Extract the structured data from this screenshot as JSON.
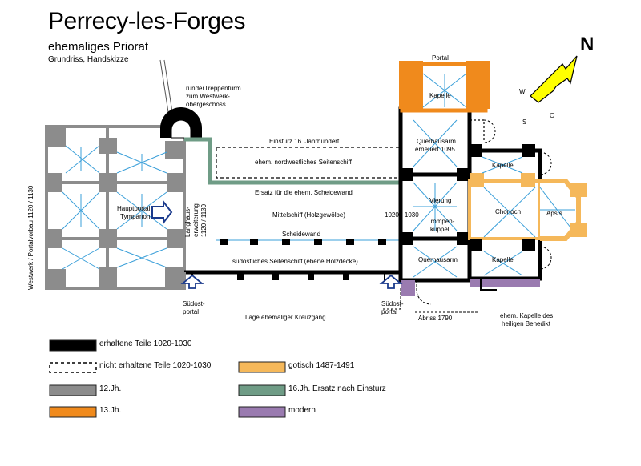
{
  "header": {
    "title": "Perrecy-les-Forges",
    "subtitle": "ehemaliges Priorat",
    "note": "Grundriss, Handskizze"
  },
  "plan_labels": {
    "portal_north": "Portal",
    "kapelle_north": "Kapelle",
    "treppenturm": [
      "runderTreppenturm",
      "zum Westwerk-",
      "obergeschoss"
    ],
    "einsturz": "Einsturz 16. Jahrhundert",
    "nw_seitenschiff": "ehem. nordwestliches Seitenschiff",
    "ersatz_scheidewand": "Ersatz für die ehem. Scheidewand",
    "mittelschiff": "Mittelschiff (Holzgewölbe)",
    "scheidewand": "Scheidewand",
    "so_seitenschiff": "südöstliches Seitenschiff (ebene Holzdecke)",
    "hauptportal": [
      "Hauptportal",
      "Tympanon"
    ],
    "langhaus": [
      "Langhaus-",
      "erweiterung",
      "1120 / 1130"
    ],
    "westwerk": "Westwerk / Portalvorbau 1120 / 1130",
    "querhausarm_north": [
      "Querhausarm",
      "erneuert 1095"
    ],
    "year_1020": "1020 - 1030",
    "vierung": "Vierung",
    "trompenkuppel": [
      "Trompen-",
      "kuppel"
    ],
    "querhausarm_south": "Querhausarm",
    "kapelle_ne": "Kapelle",
    "chorjoch": "Chorjoch",
    "apsis": "Apsis",
    "kapelle_se": "Kapelle",
    "suedostportal_left": [
      "Südost-",
      "portal"
    ],
    "suedostportal_right": [
      "Südost-",
      "portal"
    ],
    "kreuzgang": "Lage ehemaliger Kreuzgang",
    "abriss": "Abriss 1790",
    "benedikt": [
      "ehem. Kapelle des",
      "heiligen Benedikt"
    ]
  },
  "compass": {
    "north": "N",
    "west": "W",
    "east": "O",
    "south": "S"
  },
  "legend": [
    {
      "label": "erhaltene Teile 1020-1030",
      "color": "#000000"
    },
    {
      "label": "nicht erhaltene Teile 1020-1030",
      "color": "dashed"
    },
    {
      "label": "12.Jh.",
      "color": "#8c8c8c"
    },
    {
      "label": "13.Jh.",
      "color": "#f08a1c"
    },
    {
      "label": "gotisch 1487-1491",
      "color": "#f5b85a"
    },
    {
      "label": "16.Jh. Ersatz nach Einsturz",
      "color": "#6f9c86"
    },
    {
      "label": "modern",
      "color": "#9a7bb0"
    }
  ],
  "colors": {
    "vault_lines": "#3a9fd9",
    "wall_black": "#000000",
    "c12": "#8c8c8c",
    "c13": "#f08a1c",
    "gothic": "#f5b85a",
    "c16": "#6f9c86",
    "modern": "#9a7bb0",
    "compass_arrow": "#ffff00"
  }
}
